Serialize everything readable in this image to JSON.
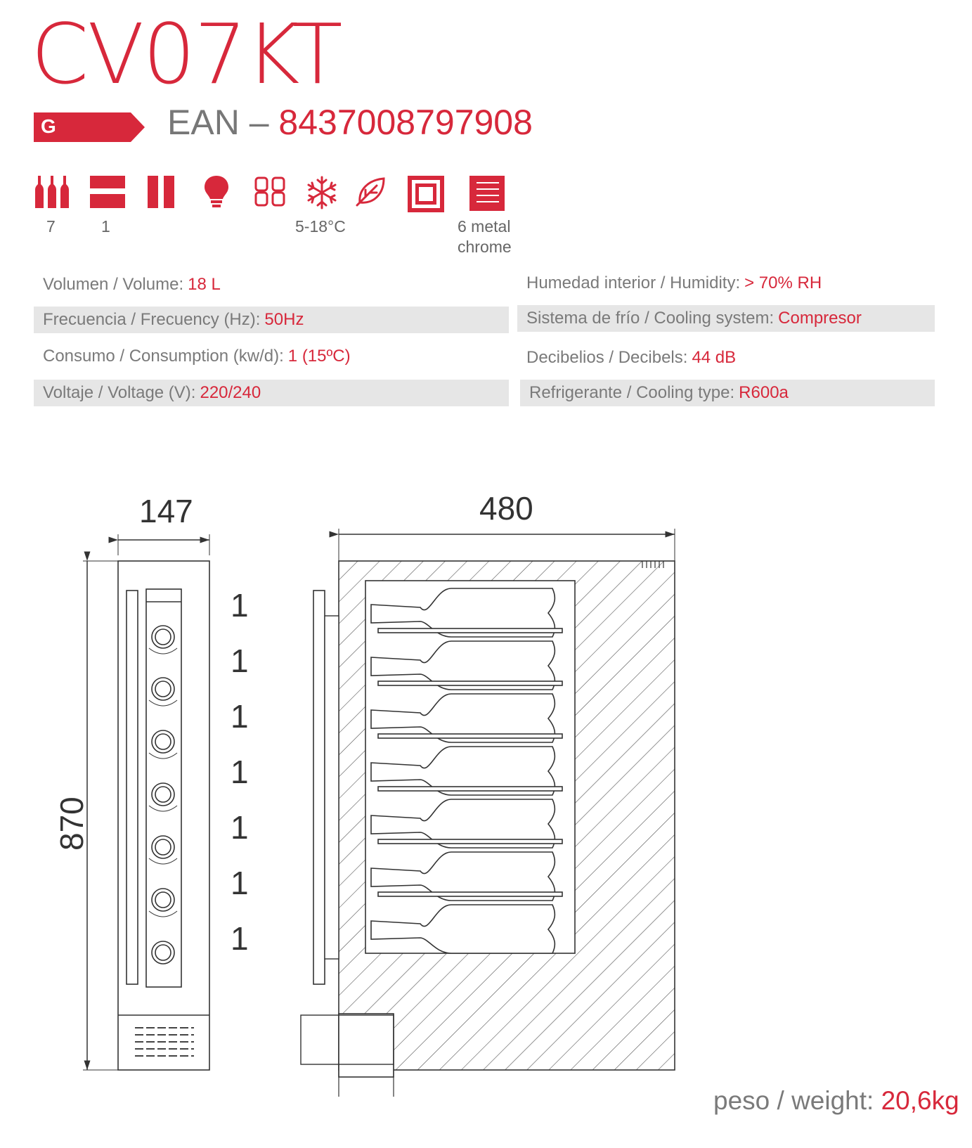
{
  "model": "CV07KT",
  "energy_class": "G",
  "ean": {
    "label": "EAN –",
    "number": "8437008797908"
  },
  "icons": [
    {
      "name": "bottles-icon",
      "caption": "7"
    },
    {
      "name": "zones-icon",
      "caption": "1"
    },
    {
      "name": "door-icon",
      "caption": ""
    },
    {
      "name": "light-bulb-icon",
      "caption": ""
    },
    {
      "name": "digital-display-icon",
      "caption": ""
    },
    {
      "name": "snowflake-icon",
      "caption": "5-18°C"
    },
    {
      "name": "leaf-icon",
      "caption": ""
    },
    {
      "name": "frame-icon",
      "caption": ""
    },
    {
      "name": "shelves-icon",
      "caption_line1": "6 metal",
      "caption_line2": "chrome"
    }
  ],
  "specs": {
    "left": [
      {
        "key": "Volumen / Volume:",
        "value": "18 L"
      },
      {
        "key": "Frecuencia / Frecuency (Hz):",
        "value": "50Hz"
      },
      {
        "key": "Consumo / Consumption (kw/d):",
        "value": "1 (15ºC)"
      },
      {
        "key": "Voltaje / Voltage (V):",
        "value": "220/240"
      }
    ],
    "right": [
      {
        "key": "Humedad interior / Humidity:",
        "value": "> 70% RH"
      },
      {
        "key": "Sistema de frío / Cooling system:",
        "value": "Compresor"
      },
      {
        "key": "Decibelios / Decibels:",
        "value": "44 dB"
      },
      {
        "key": "Refrigerante / Cooling type:",
        "value": "R600a"
      }
    ]
  },
  "dimensions": {
    "width": "147",
    "depth": "480",
    "height": "870"
  },
  "bottles_per_shelf": [
    "1",
    "1",
    "1",
    "1",
    "1",
    "1",
    "1"
  ],
  "weight": {
    "key": "peso / weight:",
    "value": "20,6kg"
  },
  "colors": {
    "accent": "#d7283b",
    "text": "#7a7a7a",
    "shade": "#e6e6e6"
  }
}
